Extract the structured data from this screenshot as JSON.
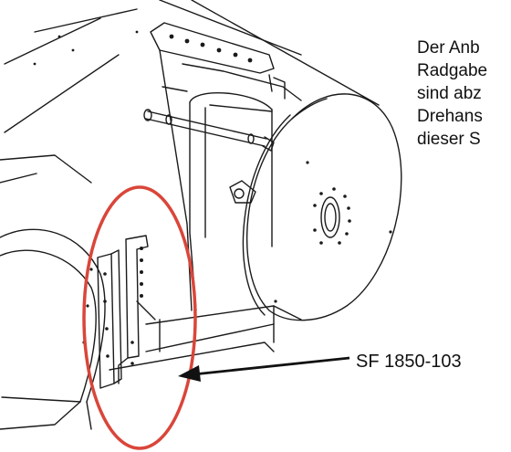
{
  "description": {
    "lines": [
      "Der Anb",
      "Radgabe",
      "sind abz",
      "Drehans",
      "dieser S"
    ]
  },
  "callout": {
    "label": "SF 1850-103"
  },
  "highlight": {
    "color": "#d9463a"
  },
  "arrow": {
    "color": "#111111"
  },
  "line_color": "#1a1a1a"
}
